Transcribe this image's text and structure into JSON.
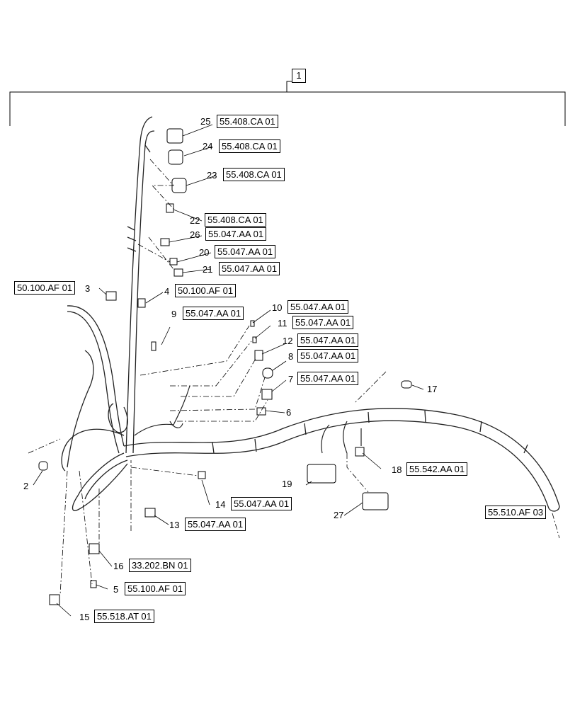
{
  "assembly": {
    "item": "1"
  },
  "callouts": [
    {
      "id": "c25",
      "number": "25",
      "ref": "55.408.CA 01"
    },
    {
      "id": "c24",
      "number": "24",
      "ref": "55.408.CA 01"
    },
    {
      "id": "c23",
      "number": "23",
      "ref": "55.408.CA 01"
    },
    {
      "id": "c22",
      "number": "22",
      "ref": "55.408.CA 01"
    },
    {
      "id": "c26",
      "number": "26",
      "ref": "55.047.AA 01"
    },
    {
      "id": "c20",
      "number": "20",
      "ref": "55.047.AA 01"
    },
    {
      "id": "c21",
      "number": "21",
      "ref": "55.047.AA 01"
    },
    {
      "id": "c3",
      "number": "3",
      "ref": "50.100.AF 01"
    },
    {
      "id": "c4",
      "number": "4",
      "ref": "50.100.AF 01"
    },
    {
      "id": "c9",
      "number": "9",
      "ref": "55.047.AA 01"
    },
    {
      "id": "c10",
      "number": "10",
      "ref": "55.047.AA 01"
    },
    {
      "id": "c11",
      "number": "11",
      "ref": "55.047.AA 01"
    },
    {
      "id": "c12",
      "number": "12",
      "ref": "55.047.AA 01"
    },
    {
      "id": "c8",
      "number": "8",
      "ref": "55.047.AA 01"
    },
    {
      "id": "c7",
      "number": "7",
      "ref": "55.047.AA 01"
    },
    {
      "id": "c6",
      "number": "6",
      "ref": ""
    },
    {
      "id": "c17",
      "number": "17",
      "ref": ""
    },
    {
      "id": "c2",
      "number": "2",
      "ref": ""
    },
    {
      "id": "c18",
      "number": "18",
      "ref": "55.542.AA 01"
    },
    {
      "id": "c19",
      "number": "19",
      "ref": ""
    },
    {
      "id": "c27",
      "number": "27",
      "ref": ""
    },
    {
      "id": "c14",
      "number": "14",
      "ref": "55.047.AA 01"
    },
    {
      "id": "c13",
      "number": "13",
      "ref": "55.047.AA 01"
    },
    {
      "id": "c16",
      "number": "16",
      "ref": "33.202.BN 01"
    },
    {
      "id": "c5",
      "number": "5",
      "ref": "55.100.AF 01"
    },
    {
      "id": "c15",
      "number": "15",
      "ref": "55.518.AT 01"
    },
    {
      "id": "cEnd",
      "number": "",
      "ref": "55.510.AF 03"
    }
  ]
}
